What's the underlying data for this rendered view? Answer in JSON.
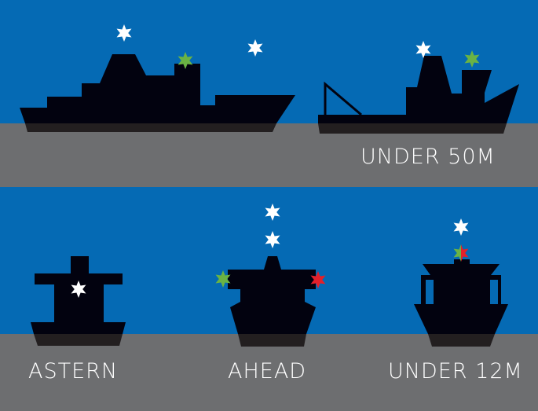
{
  "colors": {
    "sky": "#056ab4",
    "water": "#6d6e70",
    "hull": "#02020f",
    "hull_submerged": "#231f20",
    "white_light": "#ffffff",
    "green_light": "#6ab344",
    "red_light": "#e3202a",
    "label_text": "#ffffff"
  },
  "panels": [
    {
      "id": "over-50m",
      "label": "",
      "vessel": "large-power-vessel-side-view",
      "lights": [
        "white-masthead-forward",
        "white-masthead-aft",
        "green-sidelight"
      ]
    },
    {
      "id": "under-50m",
      "label": "UNDER 50M",
      "vessel": "small-power-vessel-side-view",
      "lights": [
        "white-masthead",
        "green-sidelight"
      ]
    },
    {
      "id": "astern",
      "label": "ASTERN",
      "vessel": "vessel-stern-view",
      "lights": [
        "white-sternlight"
      ]
    },
    {
      "id": "ahead",
      "label": "AHEAD",
      "vessel": "vessel-bow-view",
      "lights": [
        "white-masthead-upper",
        "white-masthead-lower",
        "green-sidelight",
        "red-sidelight"
      ]
    },
    {
      "id": "under-12m",
      "label": "UNDER 12M",
      "vessel": "small-vessel-bow-view",
      "lights": [
        "white-all-round",
        "combined-red-green-sidelight"
      ]
    }
  ]
}
